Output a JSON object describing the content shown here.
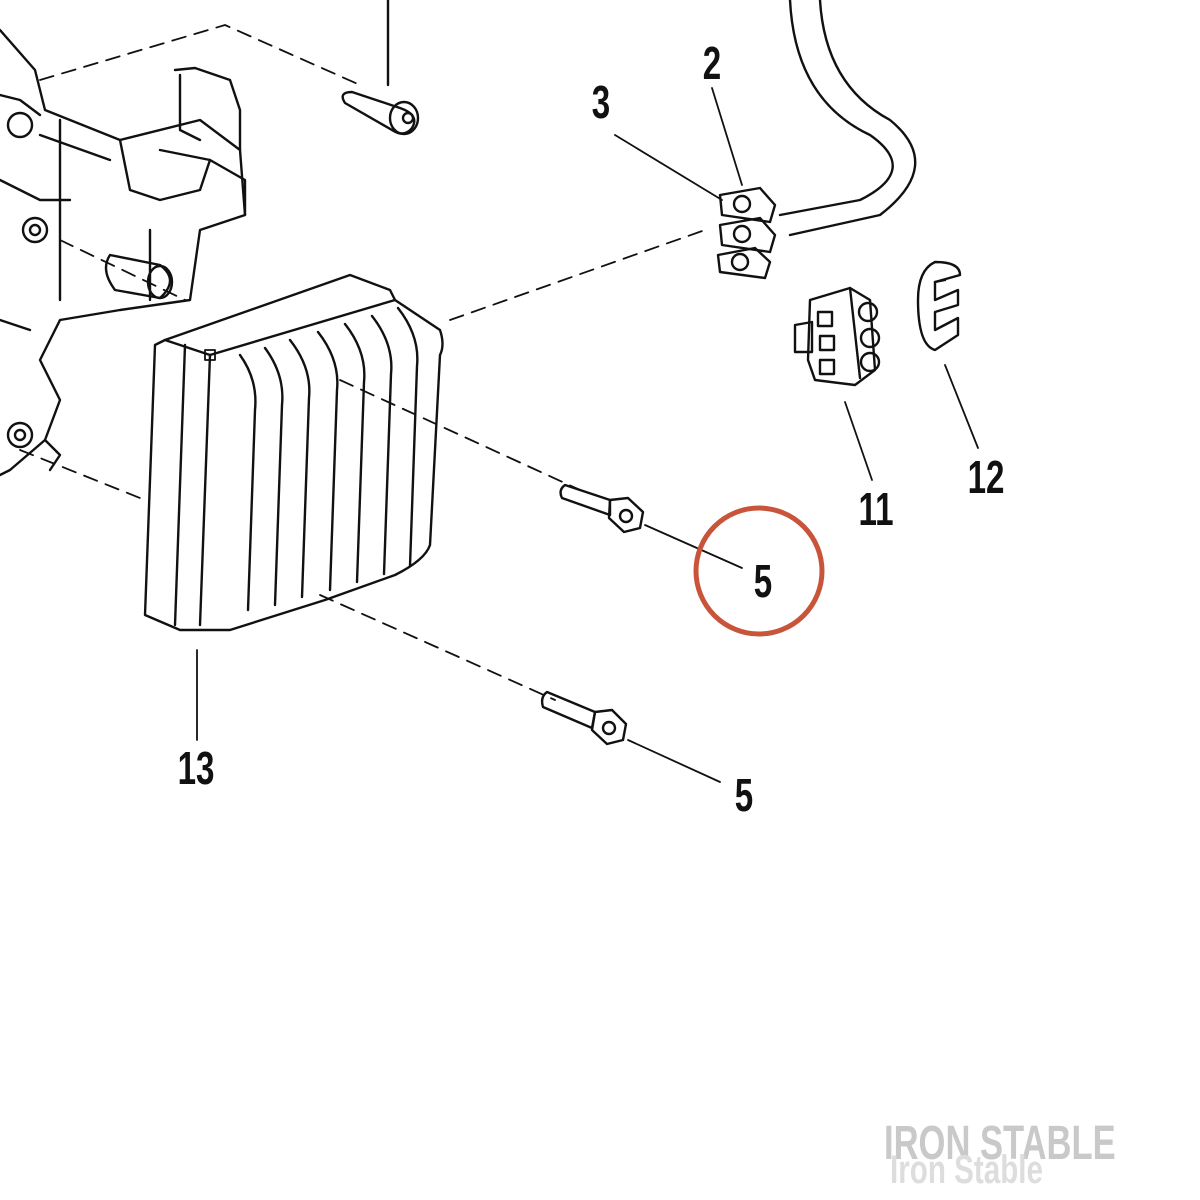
{
  "diagram": {
    "callouts": [
      {
        "id": "c2",
        "label": "2"
      },
      {
        "id": "c3",
        "label": "3"
      },
      {
        "id": "c5a",
        "label": "5"
      },
      {
        "id": "c5b",
        "label": "5"
      },
      {
        "id": "c11",
        "label": "11"
      },
      {
        "id": "c12",
        "label": "12"
      },
      {
        "id": "c13",
        "label": "13"
      }
    ],
    "highlight_color": "#c8553a",
    "line_color": "#111111"
  },
  "watermark": {
    "text": "IRON STABLE",
    "reflection_text": "Iron Stable",
    "color": "#c9c9c9"
  }
}
